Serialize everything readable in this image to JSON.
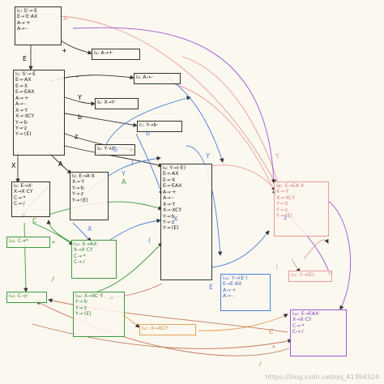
{
  "colors": {
    "ink": "#333333",
    "pink": "#e99a9a",
    "green": "#3f9a3f",
    "blue": "#4a7ee0",
    "purple": "#a055d8",
    "orange": "#e6a25a",
    "brown": "#c57a5a",
    "teal": "#4aa6a6"
  },
  "states": {
    "I0": {
      "title": "I₀: S'→·E",
      "lines": [
        "E→·E·AX",
        "A→·+",
        "A→·-"
      ]
    },
    "I1": {
      "title": "I₁: S'→·E",
      "lines": [
        "E→·AX",
        "E→·X",
        "E→·EAX",
        "A→·+",
        "A→·-",
        "X→·Y",
        "X→·XCY",
        "Y→·b",
        "Y→·z",
        "Y→·(E)"
      ]
    },
    "I2": {
      "title": "I₂: E→X·",
      "lines": [
        "X→X·CY",
        "C→·*",
        "C→·/"
      ]
    },
    "I3": {
      "title": "I₃: E→A·X",
      "lines": [
        "X→·Y",
        "Y→·b",
        "Y→·z",
        "Y→·(E)"
      ]
    },
    "I4": {
      "title": "I₄: A→+·"
    },
    "I5": {
      "title": "I₅: A→-·"
    },
    "I6": {
      "title": "I₆: X→Y·"
    },
    "I7": {
      "title": "I₇: Y→b·"
    },
    "I8": {
      "title": "I₈: Y→z·"
    },
    "I9": {
      "title": "I₉: Y→(·E)",
      "lines": [
        "E→·AX",
        "E→·X",
        "E→·EAX",
        "A→·+",
        "A→·-",
        "X→·Y",
        "X→·XCY",
        "Y→·b",
        "Y→·z",
        "Y→·(E)"
      ]
    },
    "I10": {
      "title": "I₁₀: E→EA·X",
      "lines": [
        "X→·Y",
        "X→·XCY",
        "Y→·b",
        "Y→·z",
        "Y→·(E)"
      ]
    },
    "I11": {
      "title": "I₁₁: Y→(E)·"
    },
    "I12": {
      "title": "I₁₂: C→*·"
    },
    "I13": {
      "title": "I₁₃: C→/·"
    },
    "I14": {
      "title": "I₁₄: Y→(E·)",
      "lines": [
        "E→E·AX",
        "A→·+",
        "A→·-"
      ]
    },
    "I15": {
      "title": "I₁₅: E→AX·",
      "lines": [
        "X→X·CY",
        "C→·*",
        "C→·/"
      ]
    },
    "I16": {
      "title": "I₁₆: X→XC·Y",
      "lines": [
        "Y→·b",
        "Y→·z",
        "Y→·(E)"
      ]
    },
    "I17": {
      "title": "I₁₇: X→XCY·"
    },
    "I18": {
      "title": "I₁₈: E→EAX·",
      "lines": [
        "X→X·CY",
        "C→·*",
        "C→·/"
      ]
    }
  },
  "edge_labels": {
    "a": "A",
    "b": "+",
    "c": "E",
    "d": "-",
    "e": "Y",
    "f": "b",
    "g": "z",
    "h": "X",
    "i": "A",
    "j": "(",
    "k": "b",
    "l": "Y",
    "m": "C",
    "n": "X",
    "o": "*",
    "p": "/",
    "q": "Y",
    "r": "E",
    "s": ")",
    "t": "(",
    "u": "b",
    "v": "Y",
    "w": "z",
    "x": "C",
    "y": "*",
    "z": "/",
    "aa": "A",
    "ab": "X"
  },
  "watermark": "https://blog.csdn.net/qq_41394324"
}
